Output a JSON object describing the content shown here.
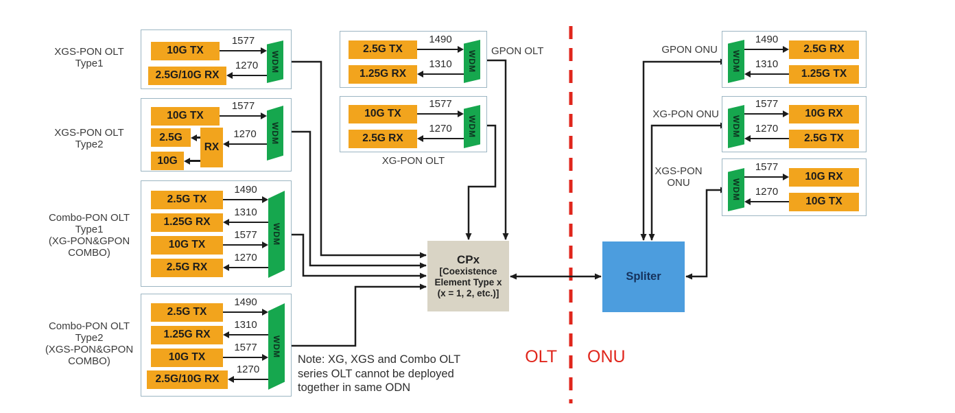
{
  "wdm_label": "WDM",
  "colors": {
    "module": "#F2A41D",
    "wdm": "#16A74E",
    "splitter": "#4C9DDE",
    "cpx": "#D9D4C5",
    "line": "#1C1C1C",
    "divider": "#E0261C",
    "border": "#9BB5C2"
  },
  "blocks": [
    {
      "id": "xgs-pon-olt-type1",
      "outer_label": "XGS-PON OLT\nType1",
      "rows": [
        {
          "module": "10G TX",
          "wavelength": "1577",
          "dir": "tx"
        },
        {
          "module": "2.5G/10G RX",
          "wavelength": "1270",
          "dir": "rx"
        }
      ]
    },
    {
      "id": "xgs-pon-olt-type2",
      "outer_label": "XGS-PON OLT\nType2",
      "rows": [
        {
          "module": "10G TX",
          "wavelength": "1577",
          "dir": "tx"
        }
      ],
      "rx_unit": {
        "label": "RX",
        "wavelength": "1270",
        "outputs": [
          "2.5G",
          "10G"
        ]
      }
    },
    {
      "id": "combo-pon-olt-type1",
      "outer_label": "Combo-PON OLT\nType1\n(XG-PON&GPON\nCOMBO)",
      "rows": [
        {
          "module": "2.5G TX",
          "wavelength": "1490",
          "dir": "tx"
        },
        {
          "module": "1.25G RX",
          "wavelength": "1310",
          "dir": "rx"
        },
        {
          "module": "10G TX",
          "wavelength": "1577",
          "dir": "tx"
        },
        {
          "module": "2.5G RX",
          "wavelength": "1270",
          "dir": "rx"
        }
      ]
    },
    {
      "id": "combo-pon-olt-type2",
      "outer_label": "Combo-PON OLT\nType2\n(XGS-PON&GPON\nCOMBO)",
      "rows": [
        {
          "module": "2.5G TX",
          "wavelength": "1490",
          "dir": "tx"
        },
        {
          "module": "1.25G RX",
          "wavelength": "1310",
          "dir": "rx"
        },
        {
          "module": "10G TX",
          "wavelength": "1577",
          "dir": "tx"
        },
        {
          "module": "2.5G/10G RX",
          "wavelength": "1270",
          "dir": "rx"
        }
      ]
    },
    {
      "id": "gpon-olt",
      "outer_label": "GPON OLT",
      "rows": [
        {
          "module": "2.5G TX",
          "wavelength": "1490",
          "dir": "tx"
        },
        {
          "module": "1.25G RX",
          "wavelength": "1310",
          "dir": "rx"
        }
      ]
    },
    {
      "id": "xg-pon-olt",
      "outer_label": "XG-PON OLT",
      "rows": [
        {
          "module": "10G TX",
          "wavelength": "1577",
          "dir": "tx"
        },
        {
          "module": "2.5G RX",
          "wavelength": "1270",
          "dir": "rx"
        }
      ]
    },
    {
      "id": "gpon-onu",
      "outer_label": "GPON ONU",
      "rows": [
        {
          "module": "2.5G RX",
          "wavelength": "1490",
          "dir": "rx"
        },
        {
          "module": "1.25G TX",
          "wavelength": "1310",
          "dir": "tx"
        }
      ]
    },
    {
      "id": "xg-pon-onu",
      "outer_label": "XG-PON ONU",
      "rows": [
        {
          "module": "10G RX",
          "wavelength": "1577",
          "dir": "rx"
        },
        {
          "module": "2.5G TX",
          "wavelength": "1270",
          "dir": "tx"
        }
      ]
    },
    {
      "id": "xgs-pon-onu",
      "outer_label": "XGS-PON\nONU",
      "rows": [
        {
          "module": "10G RX",
          "wavelength": "1577",
          "dir": "rx"
        },
        {
          "module": "10G TX",
          "wavelength": "1270",
          "dir": "tx"
        }
      ]
    }
  ],
  "cpx": {
    "title": "CPx",
    "body": "[Coexistence\nElement Type x\n(x = 1, 2, etc.)]"
  },
  "splitter": {
    "label": "Spliter"
  },
  "divider": {
    "left": "OLT",
    "right": "ONU"
  },
  "note": "Note: XG, XGS and Combo OLT\nseries OLT cannot be deployed\ntogether in same ODN"
}
